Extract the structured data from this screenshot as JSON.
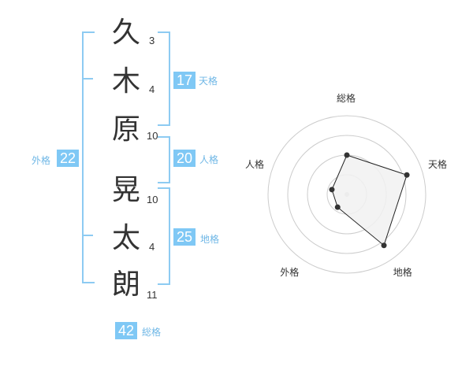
{
  "name": {
    "characters": [
      {
        "char": "久",
        "strokes": "3"
      },
      {
        "char": "木",
        "strokes": "4"
      },
      {
        "char": "原",
        "strokes": "10"
      },
      {
        "char": "晃",
        "strokes": "10"
      },
      {
        "char": "太",
        "strokes": "4"
      },
      {
        "char": "朗",
        "strokes": "11"
      }
    ]
  },
  "fortunes": {
    "tenkaku": {
      "value": "17",
      "label": "天格"
    },
    "jinkaku": {
      "value": "20",
      "label": "人格"
    },
    "chikaku": {
      "value": "25",
      "label": "地格"
    },
    "gaikaku": {
      "value": "22",
      "label": "外格"
    },
    "soukaku": {
      "value": "42",
      "label": "総格"
    }
  },
  "chart_data": {
    "type": "radar",
    "axes": [
      "総格",
      "天格",
      "地格",
      "外格",
      "人格"
    ],
    "values": [
      2.5,
      4,
      4,
      1,
      1
    ],
    "max": 5,
    "rings": 4,
    "colors": {
      "fill": "#f1f1f1",
      "stroke": "#222222",
      "grid": "#cccccc"
    }
  }
}
